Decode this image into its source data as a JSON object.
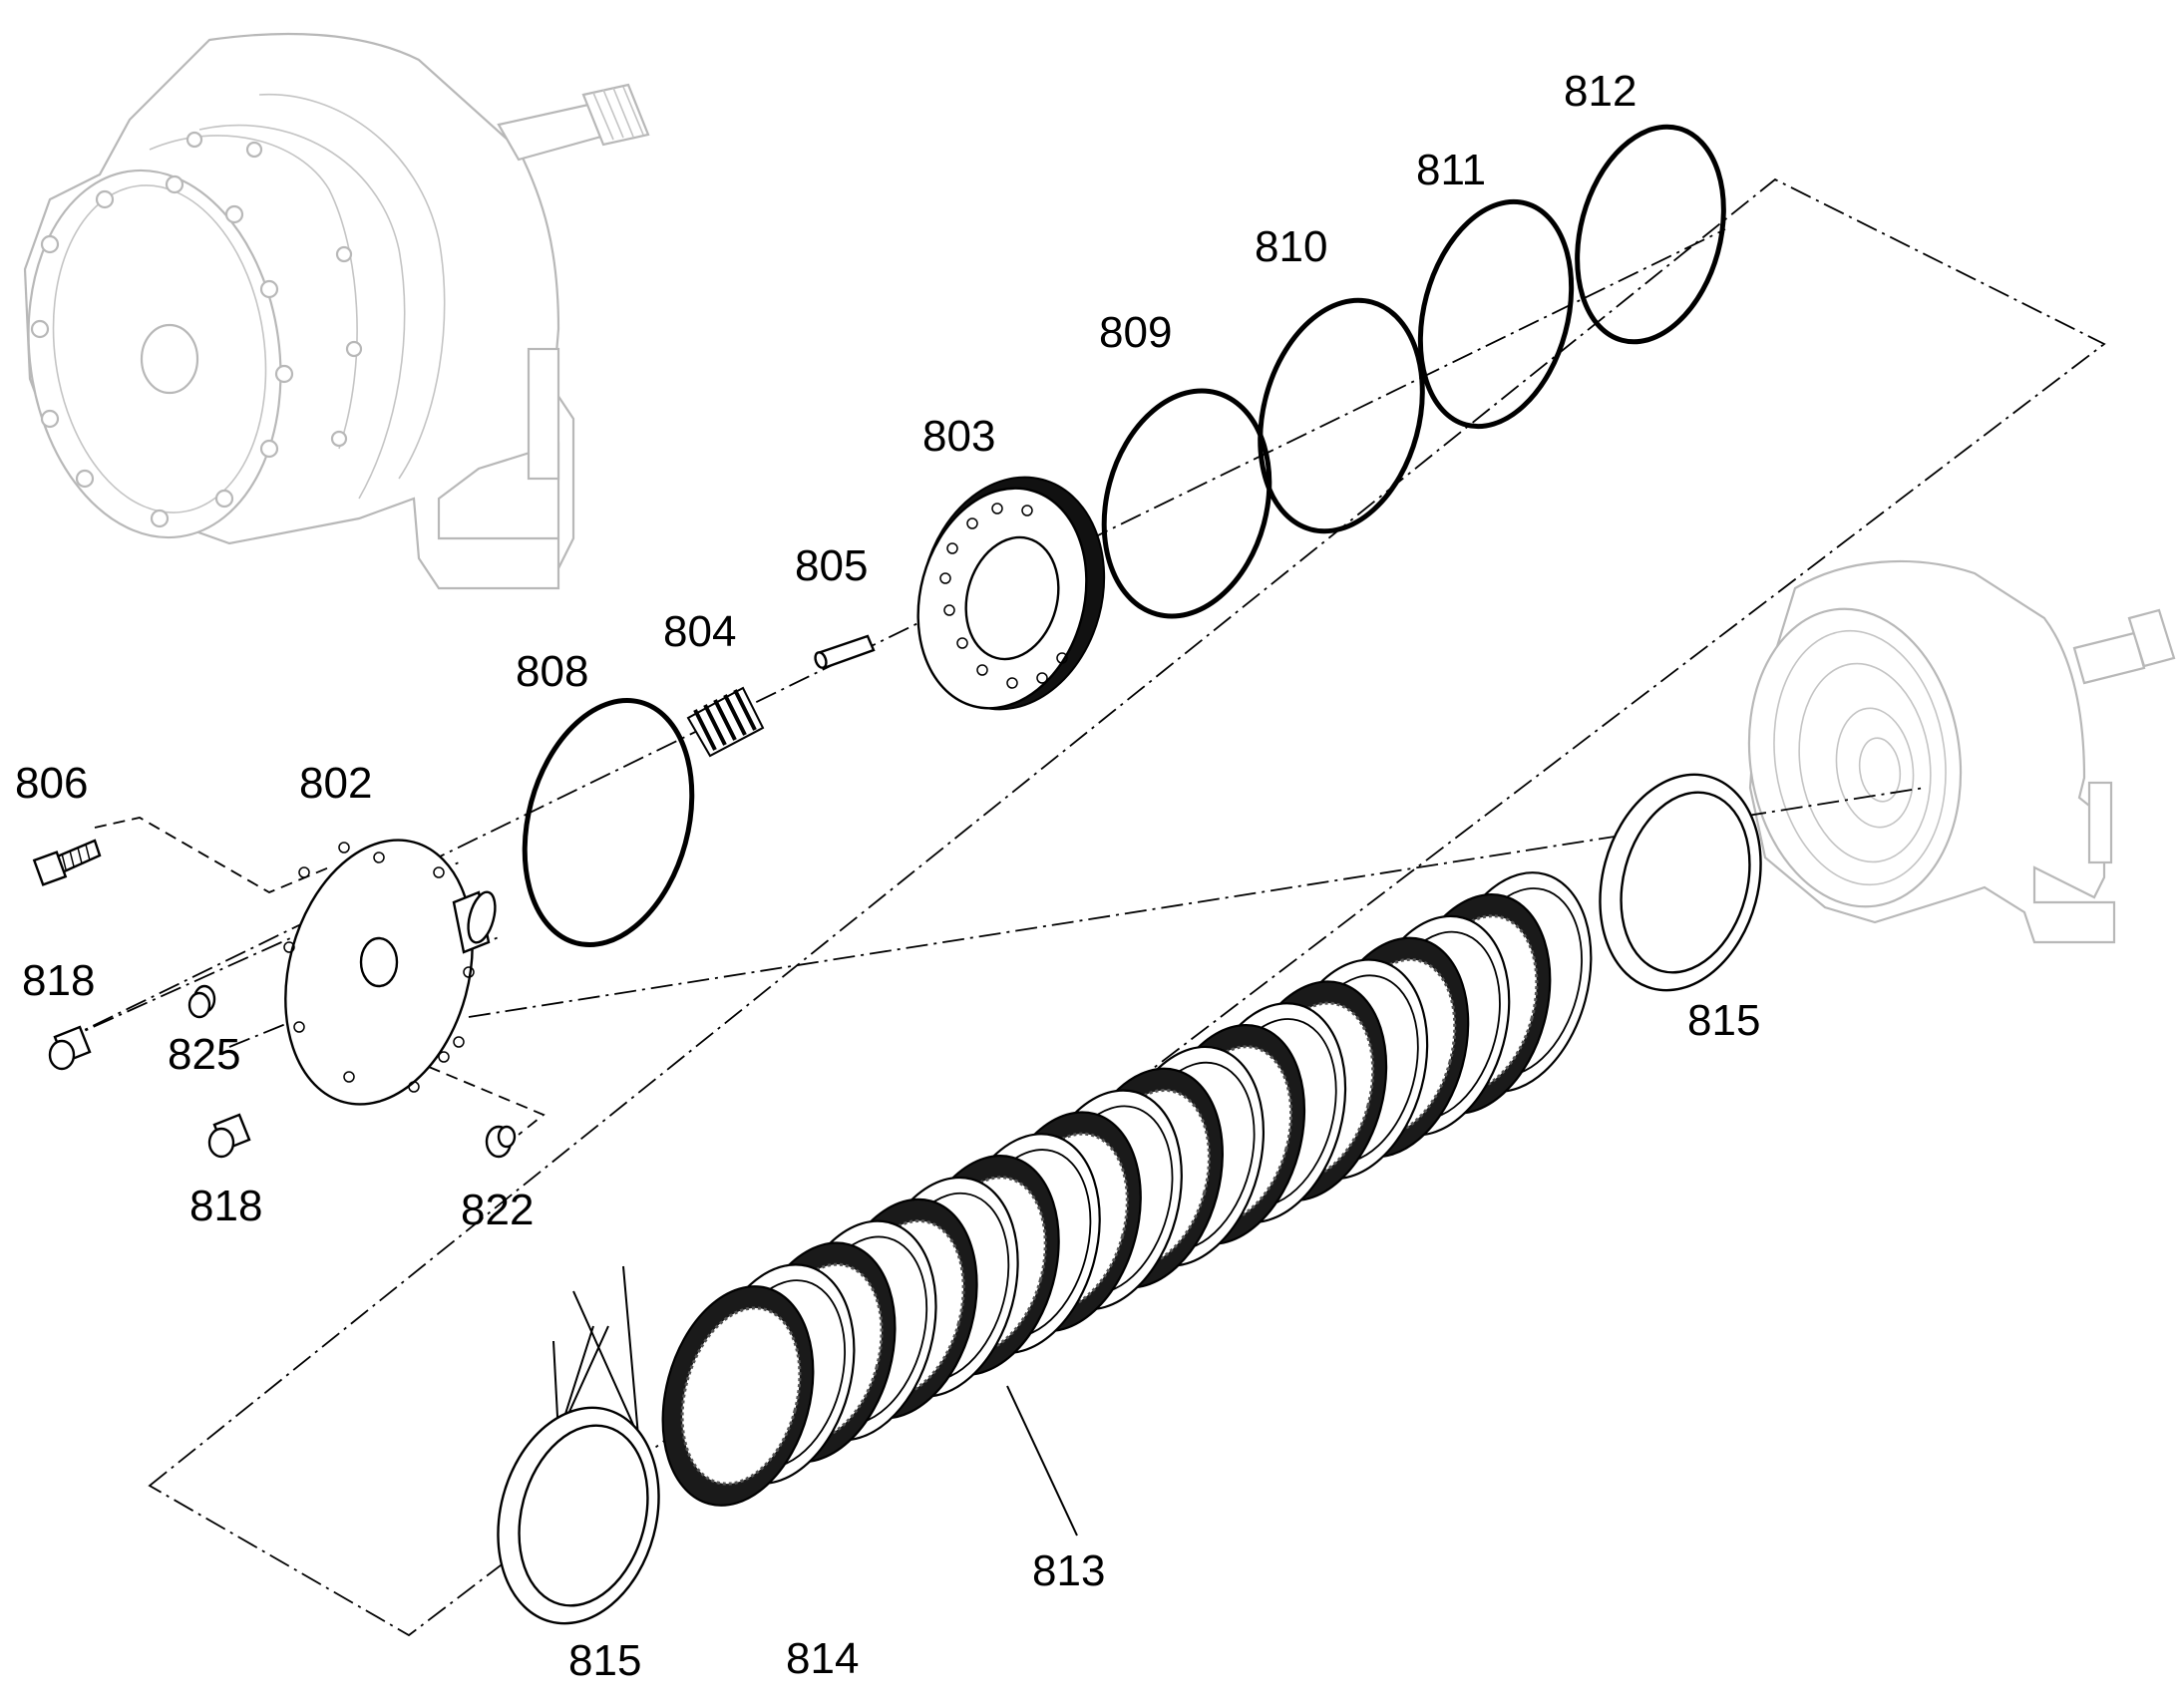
{
  "callouts": [
    {
      "id": "812",
      "text": "812"
    },
    {
      "id": "811",
      "text": "811"
    },
    {
      "id": "810",
      "text": "810"
    },
    {
      "id": "809",
      "text": "809"
    },
    {
      "id": "803",
      "text": "803"
    },
    {
      "id": "805",
      "text": "805"
    },
    {
      "id": "804",
      "text": "804"
    },
    {
      "id": "808",
      "text": "808"
    },
    {
      "id": "806",
      "text": "806"
    },
    {
      "id": "802",
      "text": "802"
    },
    {
      "id": "818a",
      "text": "818"
    },
    {
      "id": "825",
      "text": "825"
    },
    {
      "id": "818b",
      "text": "818"
    },
    {
      "id": "822",
      "text": "822"
    },
    {
      "id": "815a",
      "text": "815"
    },
    {
      "id": "815b",
      "text": "815"
    },
    {
      "id": "813",
      "text": "813"
    },
    {
      "id": "814",
      "text": "814"
    }
  ],
  "colors": {
    "line": "#000000",
    "ghost": "#b8b8b8",
    "background": "#ffffff"
  },
  "icons": {
    "housing_top_left": "transmission-housing-icon",
    "housing_bottom_right": "clutch-housing-icon"
  }
}
